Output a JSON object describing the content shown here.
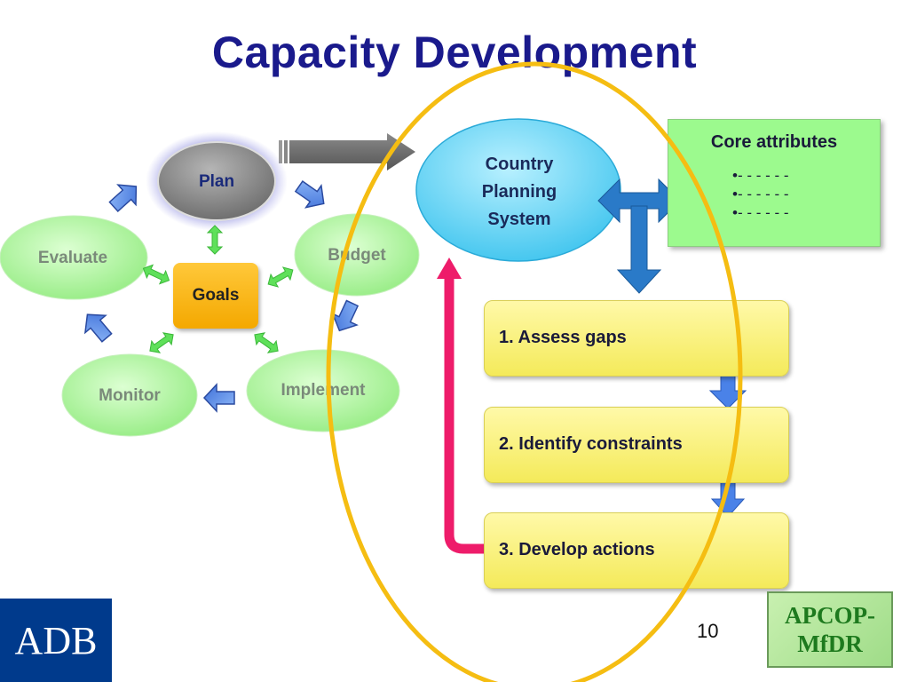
{
  "title": "Capacity Development",
  "cycle": {
    "plan": "Plan",
    "budget": "Budget",
    "implement": "Implement",
    "monitor": "Monitor",
    "evaluate": "Evaluate",
    "goals": "Goals"
  },
  "country_planning_system": {
    "line1": "Country",
    "line2": "Planning",
    "line3": "System"
  },
  "core_attributes": {
    "title": "Core attributes",
    "items": [
      "- - - - - -",
      "- - - - - -",
      "- - - - - -"
    ]
  },
  "steps": [
    {
      "label": "1. Assess gaps"
    },
    {
      "label": "2. Identify constraints"
    },
    {
      "label": "3. Develop actions"
    }
  ],
  "page_number": "10",
  "logos": {
    "adb": "ADB",
    "apcop_line1": "APCOP-",
    "apcop_line2": "MfDR"
  },
  "colors": {
    "title": "#1a1a8c",
    "cycle_ellipse": "#a8f598",
    "plan_ellipse": "#8a8a8a",
    "cps_ellipse": "#5fd0f2",
    "core_box": "#9cfa8e",
    "step_box": "#f8f08a",
    "goals_box": "#f9b81a",
    "gold_ring": "#f5bd12",
    "feedback_arrow": "#ee1c6a",
    "blue_arrow": "#2a7ac8"
  }
}
